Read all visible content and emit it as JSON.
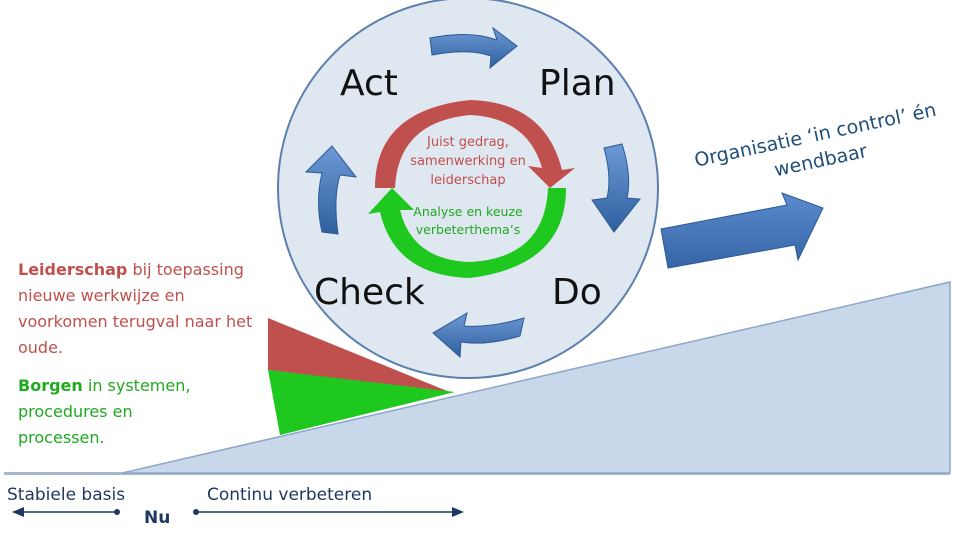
{
  "cycle": {
    "act": "Act",
    "plan": "Plan",
    "do": "Do",
    "check": "Check"
  },
  "inner": {
    "red_line1": "Juist gedrag,",
    "red_line2": "samenwerking en",
    "red_line3": "leiderschap",
    "green_line1": "Analyse en keuze",
    "green_line2": "verbeterthema’s"
  },
  "leiderschap": {
    "bold": "Leiderschap",
    "line1_rest": " bij toepassing",
    "line2": "nieuwe werkwijze en",
    "line3": "voorkomen terugval naar het",
    "line4": "oude."
  },
  "borgen": {
    "bold": "Borgen",
    "line1_rest": " in systemen,",
    "line2": "procedures en",
    "line3": "processen."
  },
  "organisatie": {
    "line1": "Organisatie ‘in control’ én",
    "line2": "wendbaar"
  },
  "timeline": {
    "stabiele": "Stabiele basis",
    "nu": "Nu",
    "continu": "Continu verbeteren"
  },
  "colors": {
    "ramp": "#c5d5ea",
    "ramp_stroke": "#7f9cc4",
    "circle": "#dde6f0",
    "circle_stroke": "#5a7fb0",
    "blue_arrow": "#4f81bd",
    "red": "#c0504d",
    "green": "#1ec81e",
    "navy": "#1f3864"
  }
}
